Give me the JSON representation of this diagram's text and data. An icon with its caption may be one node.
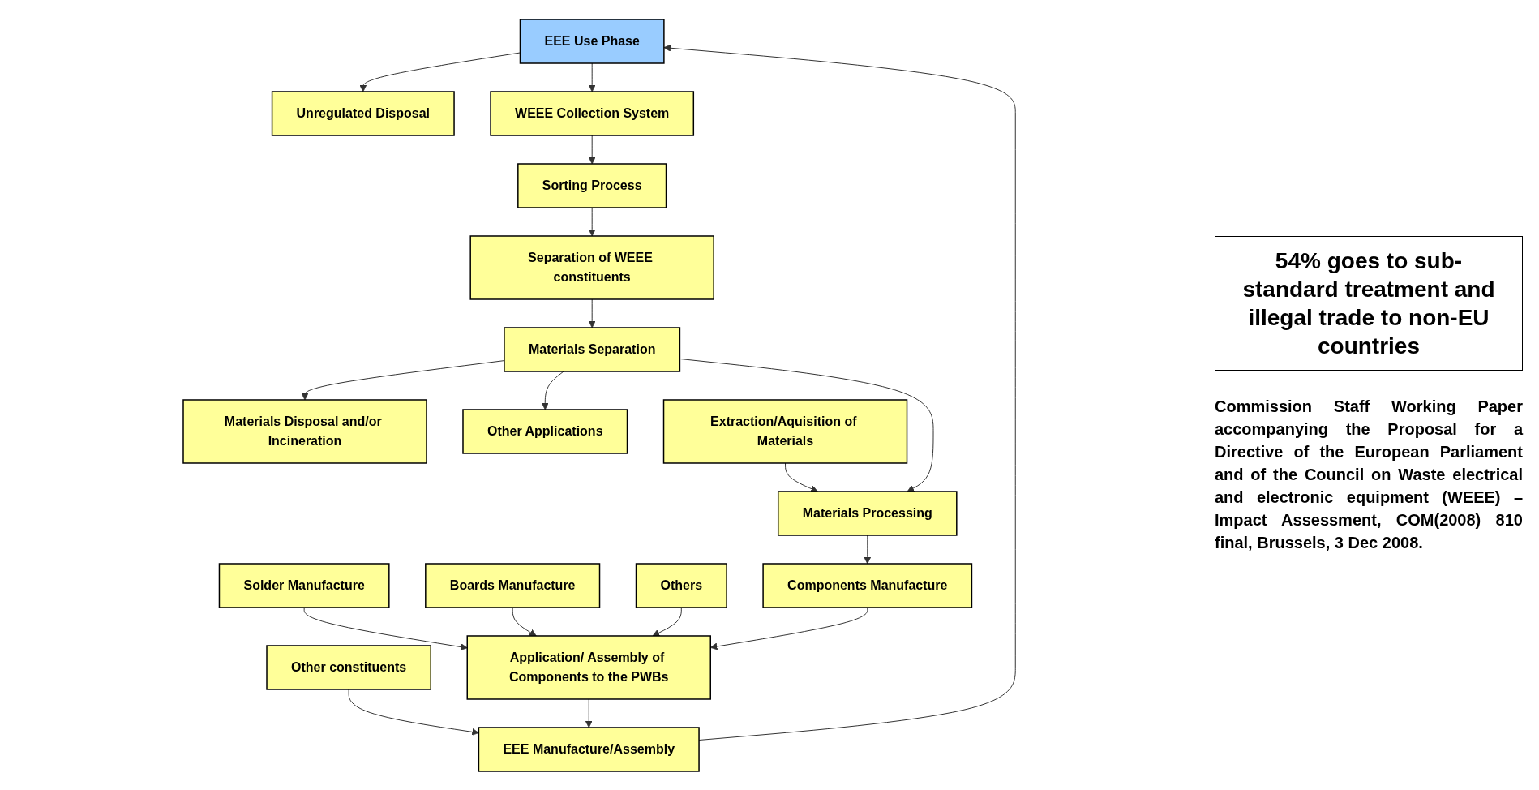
{
  "diagram": {
    "nodes": [
      {
        "text": [
          "EEE Use Phase"
        ]
      },
      {
        "text": [
          "Unregulated Disposal"
        ]
      },
      {
        "text": [
          "Other constituents"
        ]
      },
      {
        "text": [
          "EEE Manufacture/Assembly"
        ]
      },
      {
        "text": [
          "WEEE Collection System"
        ]
      },
      {
        "text": [
          "54% goes to sub-standard treatment and illegal trade to non-EU countries"
        ]
      },
      {
        "text": [
          "Sorting Process"
        ]
      },
      {
        "text": [
          "Solder Manufacture"
        ]
      },
      {
        "text": [
          "Application/ Assembly of Components to the PWBs"
        ]
      },
      {
        "text": [
          "Separation of WEEE constituents"
        ]
      },
      {
        "text": [
          "Boards Manufacture"
        ]
      },
      {
        "text": [
          "Materials Separation"
        ]
      },
      {
        "text": [
          "Others"
        ]
      },
      {
        "text": [
          "Components Manufacture"
        ]
      },
      {
        "text": [
          "Materials Disposal and/or Incineration"
        ]
      },
      {
        "text": [
          "Other Applications"
        ]
      },
      {
        "text": [
          "Materials Processing"
        ]
      },
      {
        "text": [
          "Extraction/Aquisition of Materials"
        ]
      }
    ],
    "edges": [
      {
        "from": 3,
        "to": 0,
        "arrow": "to"
      },
      {
        "from": 0,
        "to": 1,
        "arrow": "to"
      },
      {
        "from": 0,
        "to": 4,
        "arrow": "to"
      },
      {
        "from": 2,
        "to": 3,
        "arrow": "to"
      },
      {
        "from": 7,
        "to": 8,
        "arrow": "to"
      },
      {
        "from": 10,
        "to": 8,
        "arrow": "to"
      },
      {
        "from": 12,
        "to": 8,
        "arrow": "to"
      },
      {
        "from": 13,
        "to": 8,
        "arrow": "to"
      },
      {
        "from": 8,
        "to": 3,
        "arrow": "to"
      },
      {
        "from": 16,
        "to": 13,
        "arrow": "to"
      },
      {
        "from": 17,
        "to": 16,
        "arrow": "to"
      },
      {
        "from": 4,
        "to": 6,
        "arrow": "to"
      },
      {
        "from": 6,
        "to": 9,
        "arrow": "to"
      },
      {
        "from": 9,
        "to": 11,
        "arrow": "to"
      },
      {
        "from": 11,
        "to": 16,
        "arrow": "to"
      },
      {
        "from": 11,
        "to": 14,
        "arrow": "to"
      },
      {
        "from": 11,
        "to": 15,
        "arrow": "to"
      }
    ],
    "labels": [
      "Commission Staff Working Paper accompanying the Proposal for a Directive of the European Parliament and of the Council on Waste electrical and electronic equipment (WEEE) – Impact Assessment, COM(2008) 810 final, Brussels, 3 Dec 2008."
    ]
  }
}
